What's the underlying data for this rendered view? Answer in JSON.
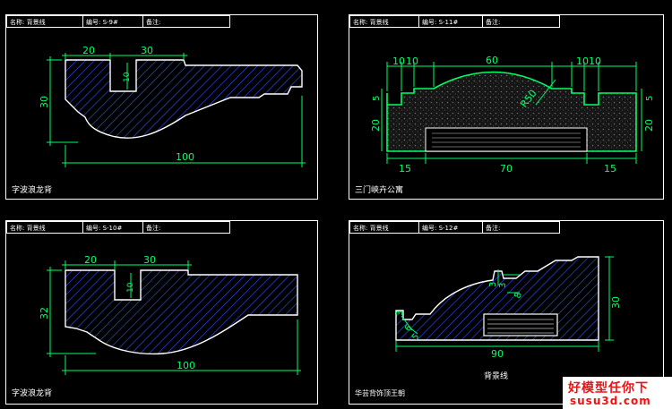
{
  "panels": [
    {
      "header": [
        "名称: 背景线",
        "编号: S-9#",
        "备注:"
      ],
      "title": "字波浪龙背",
      "dims": {
        "top_left": "20",
        "top_mid": "30",
        "notch": "10",
        "height": "30",
        "width": "100"
      }
    },
    {
      "header": [
        "名称: 背景线",
        "编号: S-11#",
        "备注:"
      ],
      "title": "三门峡卉公寓",
      "dims": {
        "t1": "10",
        "t2": "10",
        "arc": "60",
        "t3": "10",
        "t4": "10",
        "radius": "R50",
        "left_small": "5",
        "left": "20",
        "right_small": "5",
        "right": "20",
        "b1": "15",
        "b2": "70",
        "b3": "15"
      }
    },
    {
      "header": [
        "名称: 背景线",
        "编号: S-10#",
        "备注:"
      ],
      "title": "字波浪龙背",
      "dims": {
        "top_left": "20",
        "top_mid": "30",
        "notch": "10",
        "height": "32",
        "width": "100"
      }
    },
    {
      "header": [
        "名称: 背景线",
        "编号: S-12#",
        "备注:"
      ],
      "title": "背景线",
      "subtitle": "华芸背饰顶王朝",
      "dims": {
        "a": "3",
        "b": "3",
        "c": "8",
        "d": "3",
        "e": "6",
        "f": "5",
        "height": "30",
        "width": "90"
      }
    }
  ],
  "colors": {
    "line": "#ffffff",
    "dimension": "#00ff66",
    "hatch": "#3355ff",
    "border": "#ffffff",
    "background": "#000000",
    "watermark_red": "#e11111"
  },
  "watermark": {
    "line1": "好模型任你下",
    "line2": "susu3d.com"
  }
}
